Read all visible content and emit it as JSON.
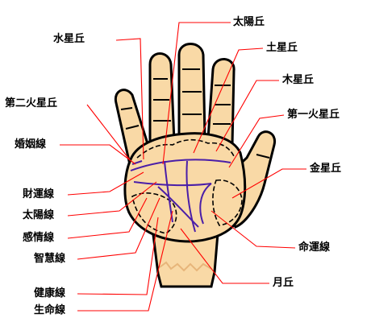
{
  "colors": {
    "skin": "#f9d9a6",
    "skin_shade": "#e7b57a",
    "outline": "#000000",
    "leader": "#ff0000",
    "palm_line": "#4a1ea8",
    "mount_dash": "#000000"
  },
  "labels": {
    "mercury": "水星丘",
    "sun": "太陽丘",
    "saturn": "土星丘",
    "jupiter": "木星丘",
    "mars2": "第二火星丘",
    "mars1": "第一火星丘",
    "marriage": "婚姻線",
    "venus": "金星丘",
    "wealth": "財運線",
    "sun_line": "太陽線",
    "heart": "感情線",
    "fate": "命運線",
    "head": "智慧線",
    "moon": "月丘",
    "health": "健康線",
    "life": "生命線"
  }
}
